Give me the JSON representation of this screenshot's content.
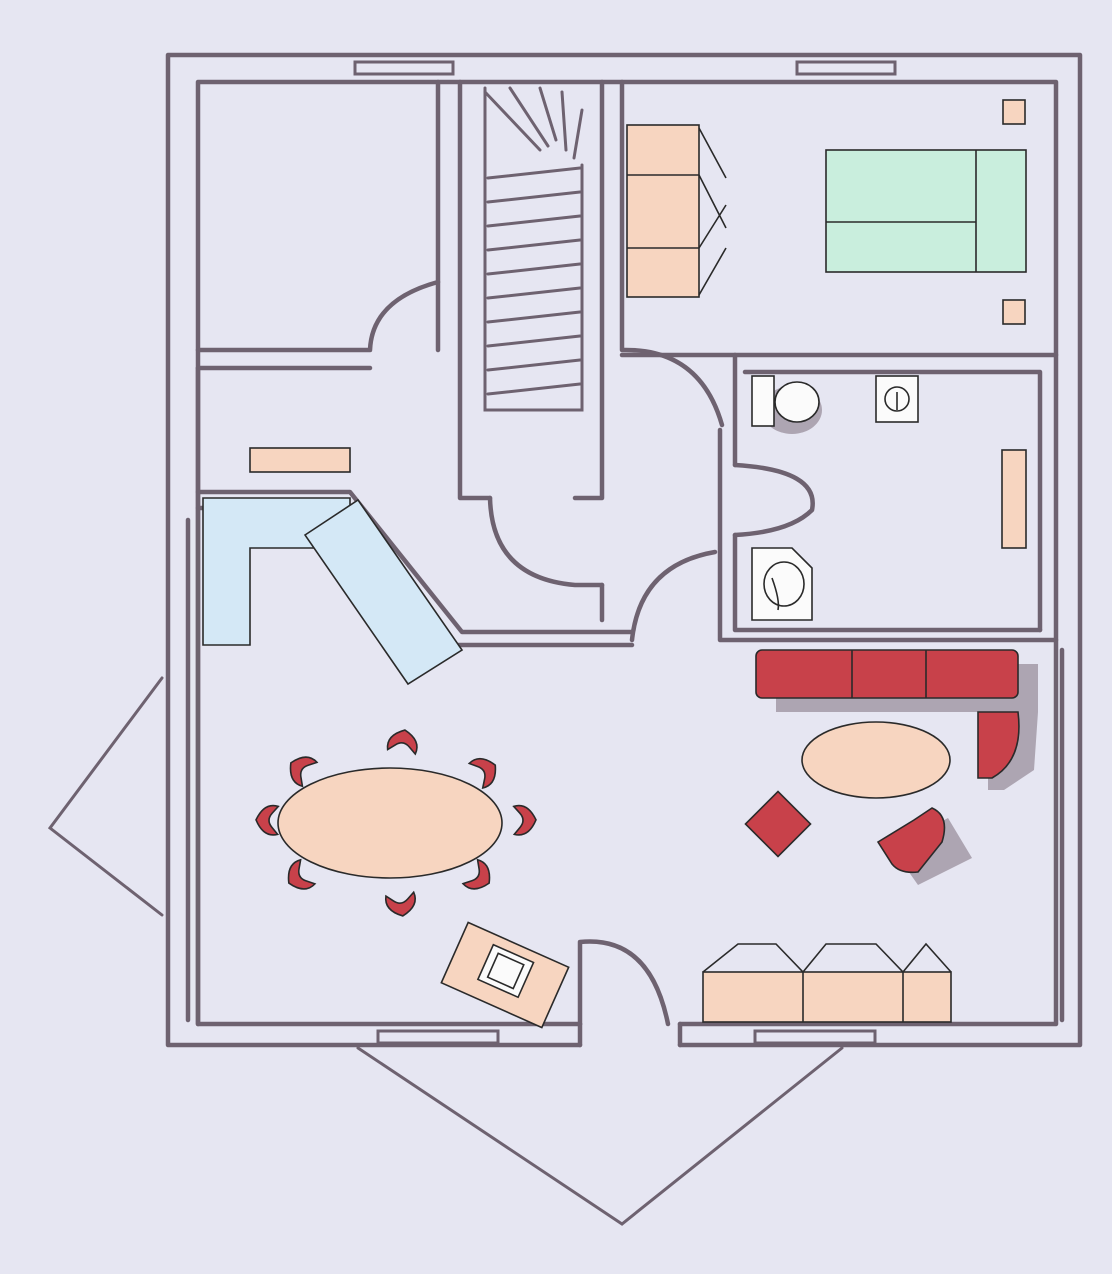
{
  "diagram": {
    "kind": "floor-plan",
    "colors": {
      "background": "#e6e6f2",
      "walls": "#6e6270",
      "wood_furniture": "#f7d5c0",
      "bed": "#c9eedd",
      "desk": "#d4e8f6",
      "upholstery": "#c8414a",
      "sanitary": "#fbfbfb"
    },
    "furniture": {
      "dining_chairs": 8,
      "staircase_steps": 15
    }
  }
}
